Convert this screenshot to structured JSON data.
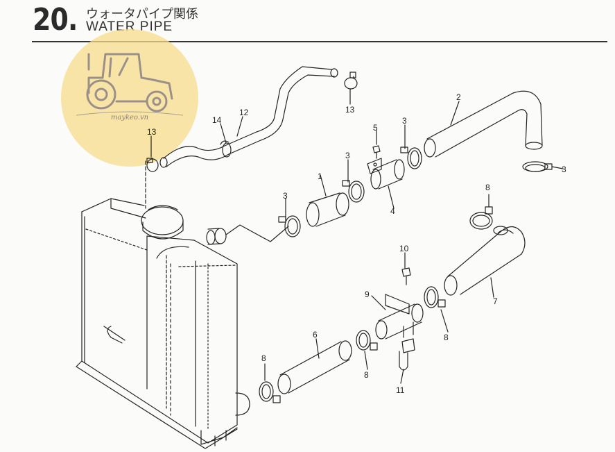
{
  "header": {
    "section_number": "20.",
    "title_jp": "ウォータパイプ関係",
    "title_en": "WATER PIPE"
  },
  "watermark": {
    "text": "maykeo.vn",
    "icon": "tractor-logo-icon"
  },
  "callouts": [
    {
      "id": "c13a",
      "text": "13"
    },
    {
      "id": "c13b",
      "text": "13"
    },
    {
      "id": "c14",
      "text": "14"
    },
    {
      "id": "c12",
      "text": "12"
    },
    {
      "id": "c5",
      "text": "5"
    },
    {
      "id": "c3a",
      "text": "3"
    },
    {
      "id": "c2",
      "text": "2"
    },
    {
      "id": "c3b",
      "text": "3"
    },
    {
      "id": "c3c",
      "text": "3"
    },
    {
      "id": "c1",
      "text": "1"
    },
    {
      "id": "c4",
      "text": "4"
    },
    {
      "id": "c3d",
      "text": "3"
    },
    {
      "id": "c8a",
      "text": "8"
    },
    {
      "id": "c7",
      "text": "7"
    },
    {
      "id": "c10",
      "text": "10"
    },
    {
      "id": "c9",
      "text": "9"
    },
    {
      "id": "c8b",
      "text": "8"
    },
    {
      "id": "c6",
      "text": "6"
    },
    {
      "id": "c8c",
      "text": "8"
    },
    {
      "id": "c8d",
      "text": "8"
    },
    {
      "id": "c11",
      "text": "11"
    }
  ],
  "colors": {
    "ink": "#222222",
    "watermark_fill": "#f8dc8c",
    "watermark_ink": "#8a7e72"
  }
}
